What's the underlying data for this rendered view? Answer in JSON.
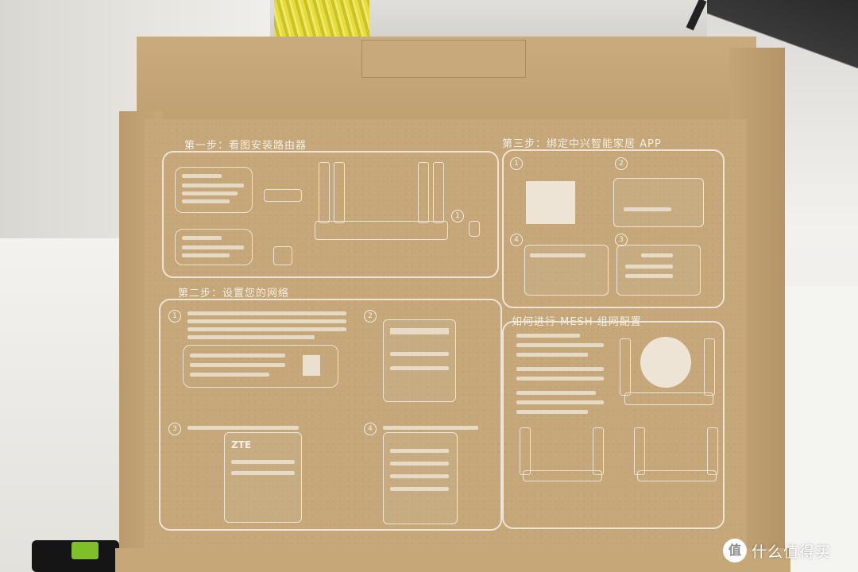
{
  "guide": {
    "step1_title": "第一步：看图安装路由器",
    "step2_title": "第二步：设置您的网络",
    "step3_title": "第三步：绑定中兴智能家居 APP",
    "mesh_title": "如何进行 MESH 组网配置",
    "phone_brand": "ZTE"
  },
  "watermark": {
    "logo_glyph": "值",
    "text": "什么值得买"
  }
}
